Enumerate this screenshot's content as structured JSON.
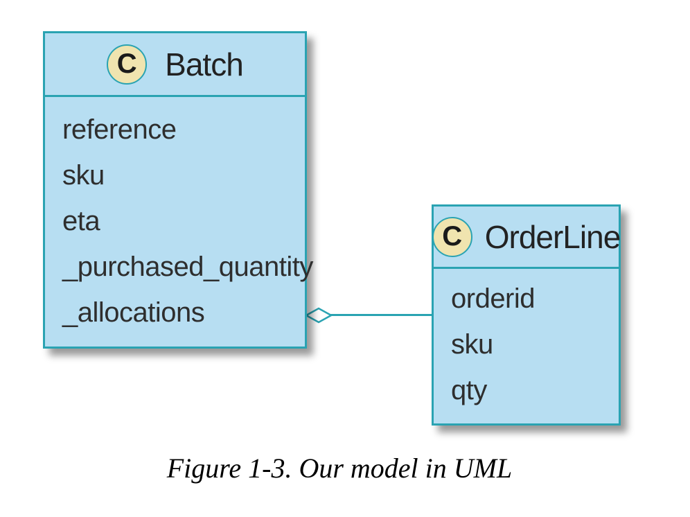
{
  "diagram": {
    "classes": [
      {
        "badge": "C",
        "name": "Batch",
        "attributes": [
          "reference",
          "sku",
          "eta",
          "_purchased_quantity",
          "_allocations"
        ]
      },
      {
        "badge": "C",
        "name": "OrderLine",
        "attributes": [
          "orderid",
          "sku",
          "qty"
        ]
      }
    ],
    "connector": {
      "type": "aggregation",
      "from": "Batch",
      "to": "OrderLine",
      "diamond_end": "Batch"
    }
  },
  "caption": "Figure 1-3. Our model in UML",
  "colors": {
    "box_fill": "#b7def2",
    "box_border": "#2aa3b2",
    "badge_fill": "#f0e4af",
    "text": "#2e2e2e",
    "caption": "#000000"
  }
}
